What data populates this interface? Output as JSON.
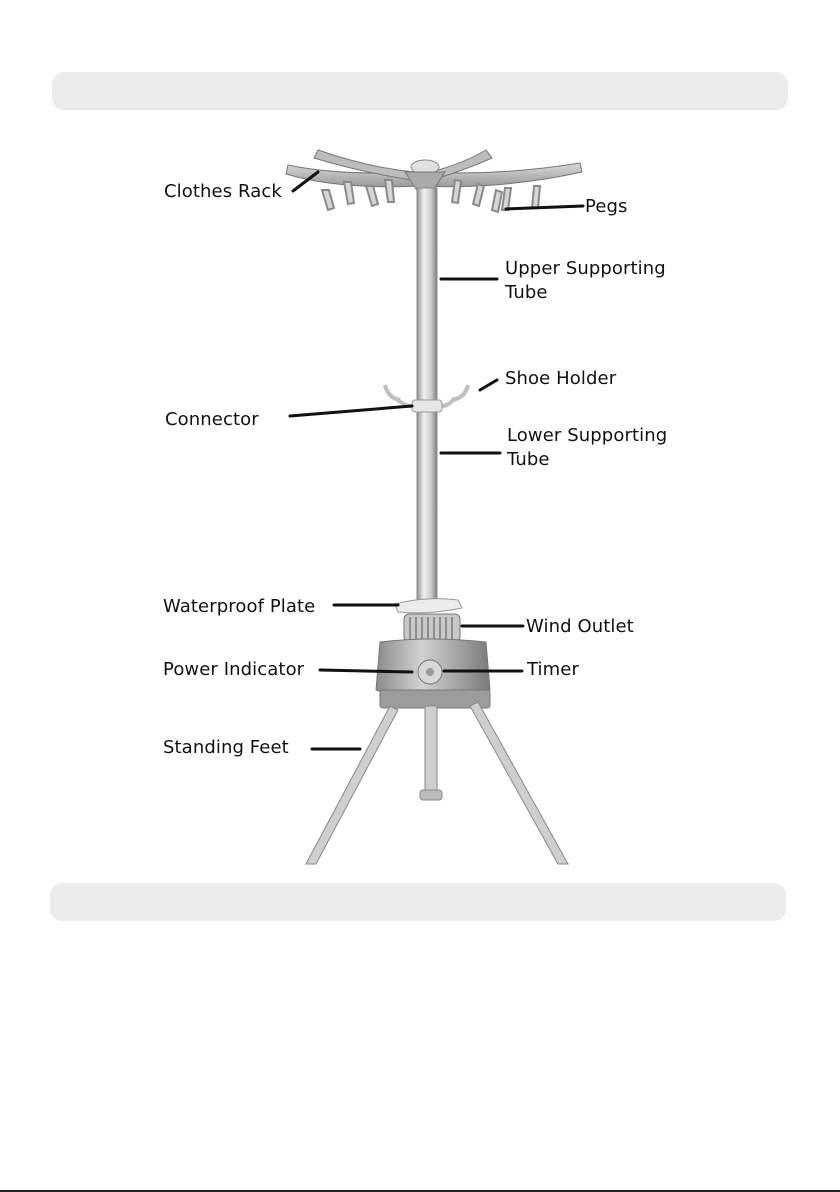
{
  "labels": {
    "clothes_rack": "Clothes Rack",
    "pegs": "Pegs",
    "upper_tube_line1": "Upper Supporting",
    "upper_tube_line2": "Tube",
    "shoe_holder": "Shoe Holder",
    "connector": "Connector",
    "lower_tube_line1": "Lower Supporting",
    "lower_tube_line2": "Tube",
    "waterproof_plate": "Waterproof Plate",
    "wind_outlet": "Wind Outlet",
    "power_indicator": "Power Indicator",
    "timer": "Timer",
    "standing_feet": "Standing Feet"
  }
}
